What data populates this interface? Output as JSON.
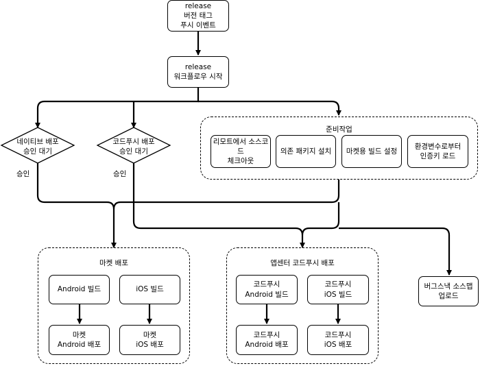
{
  "nodes": {
    "release_tag": "release\n버전 태그\n푸시 이벤트",
    "release_workflow": "release\n워크플로우 시작",
    "native_approval": "네이티브 배포\n승인 대기",
    "codepush_approval": "코드푸시 배포\n승인 대기",
    "checkout": "리모트에서 소스코드\n체크아웃",
    "install_deps": "의존 패키지 설치",
    "market_build_config": "마켓용 빌드 설정",
    "env_cert": "환경변수로부터\n인증키 로드",
    "android_build": "Android 빌드",
    "ios_build": "iOS 빌드",
    "market_android_deploy": "마켓\nAndroid 배포",
    "market_ios_deploy": "마켓\niOS 배포",
    "cp_android_build": "코드푸시\nAndroid 빌드",
    "cp_ios_build": "코드푸시\niOS 빌드",
    "cp_android_deploy": "코드푸시\nAndroid 배포",
    "cp_ios_deploy": "코드푸시\niOS 배포",
    "bugsnag_upload": "버그스낵 소스맵\n업로드"
  },
  "groups": {
    "prep": "준비작업",
    "market": "마켓 배포",
    "codepush": "앱센터 코드푸시 배포"
  },
  "edge_labels": {
    "native_approved": "승인",
    "codepush_approved": "승인"
  }
}
